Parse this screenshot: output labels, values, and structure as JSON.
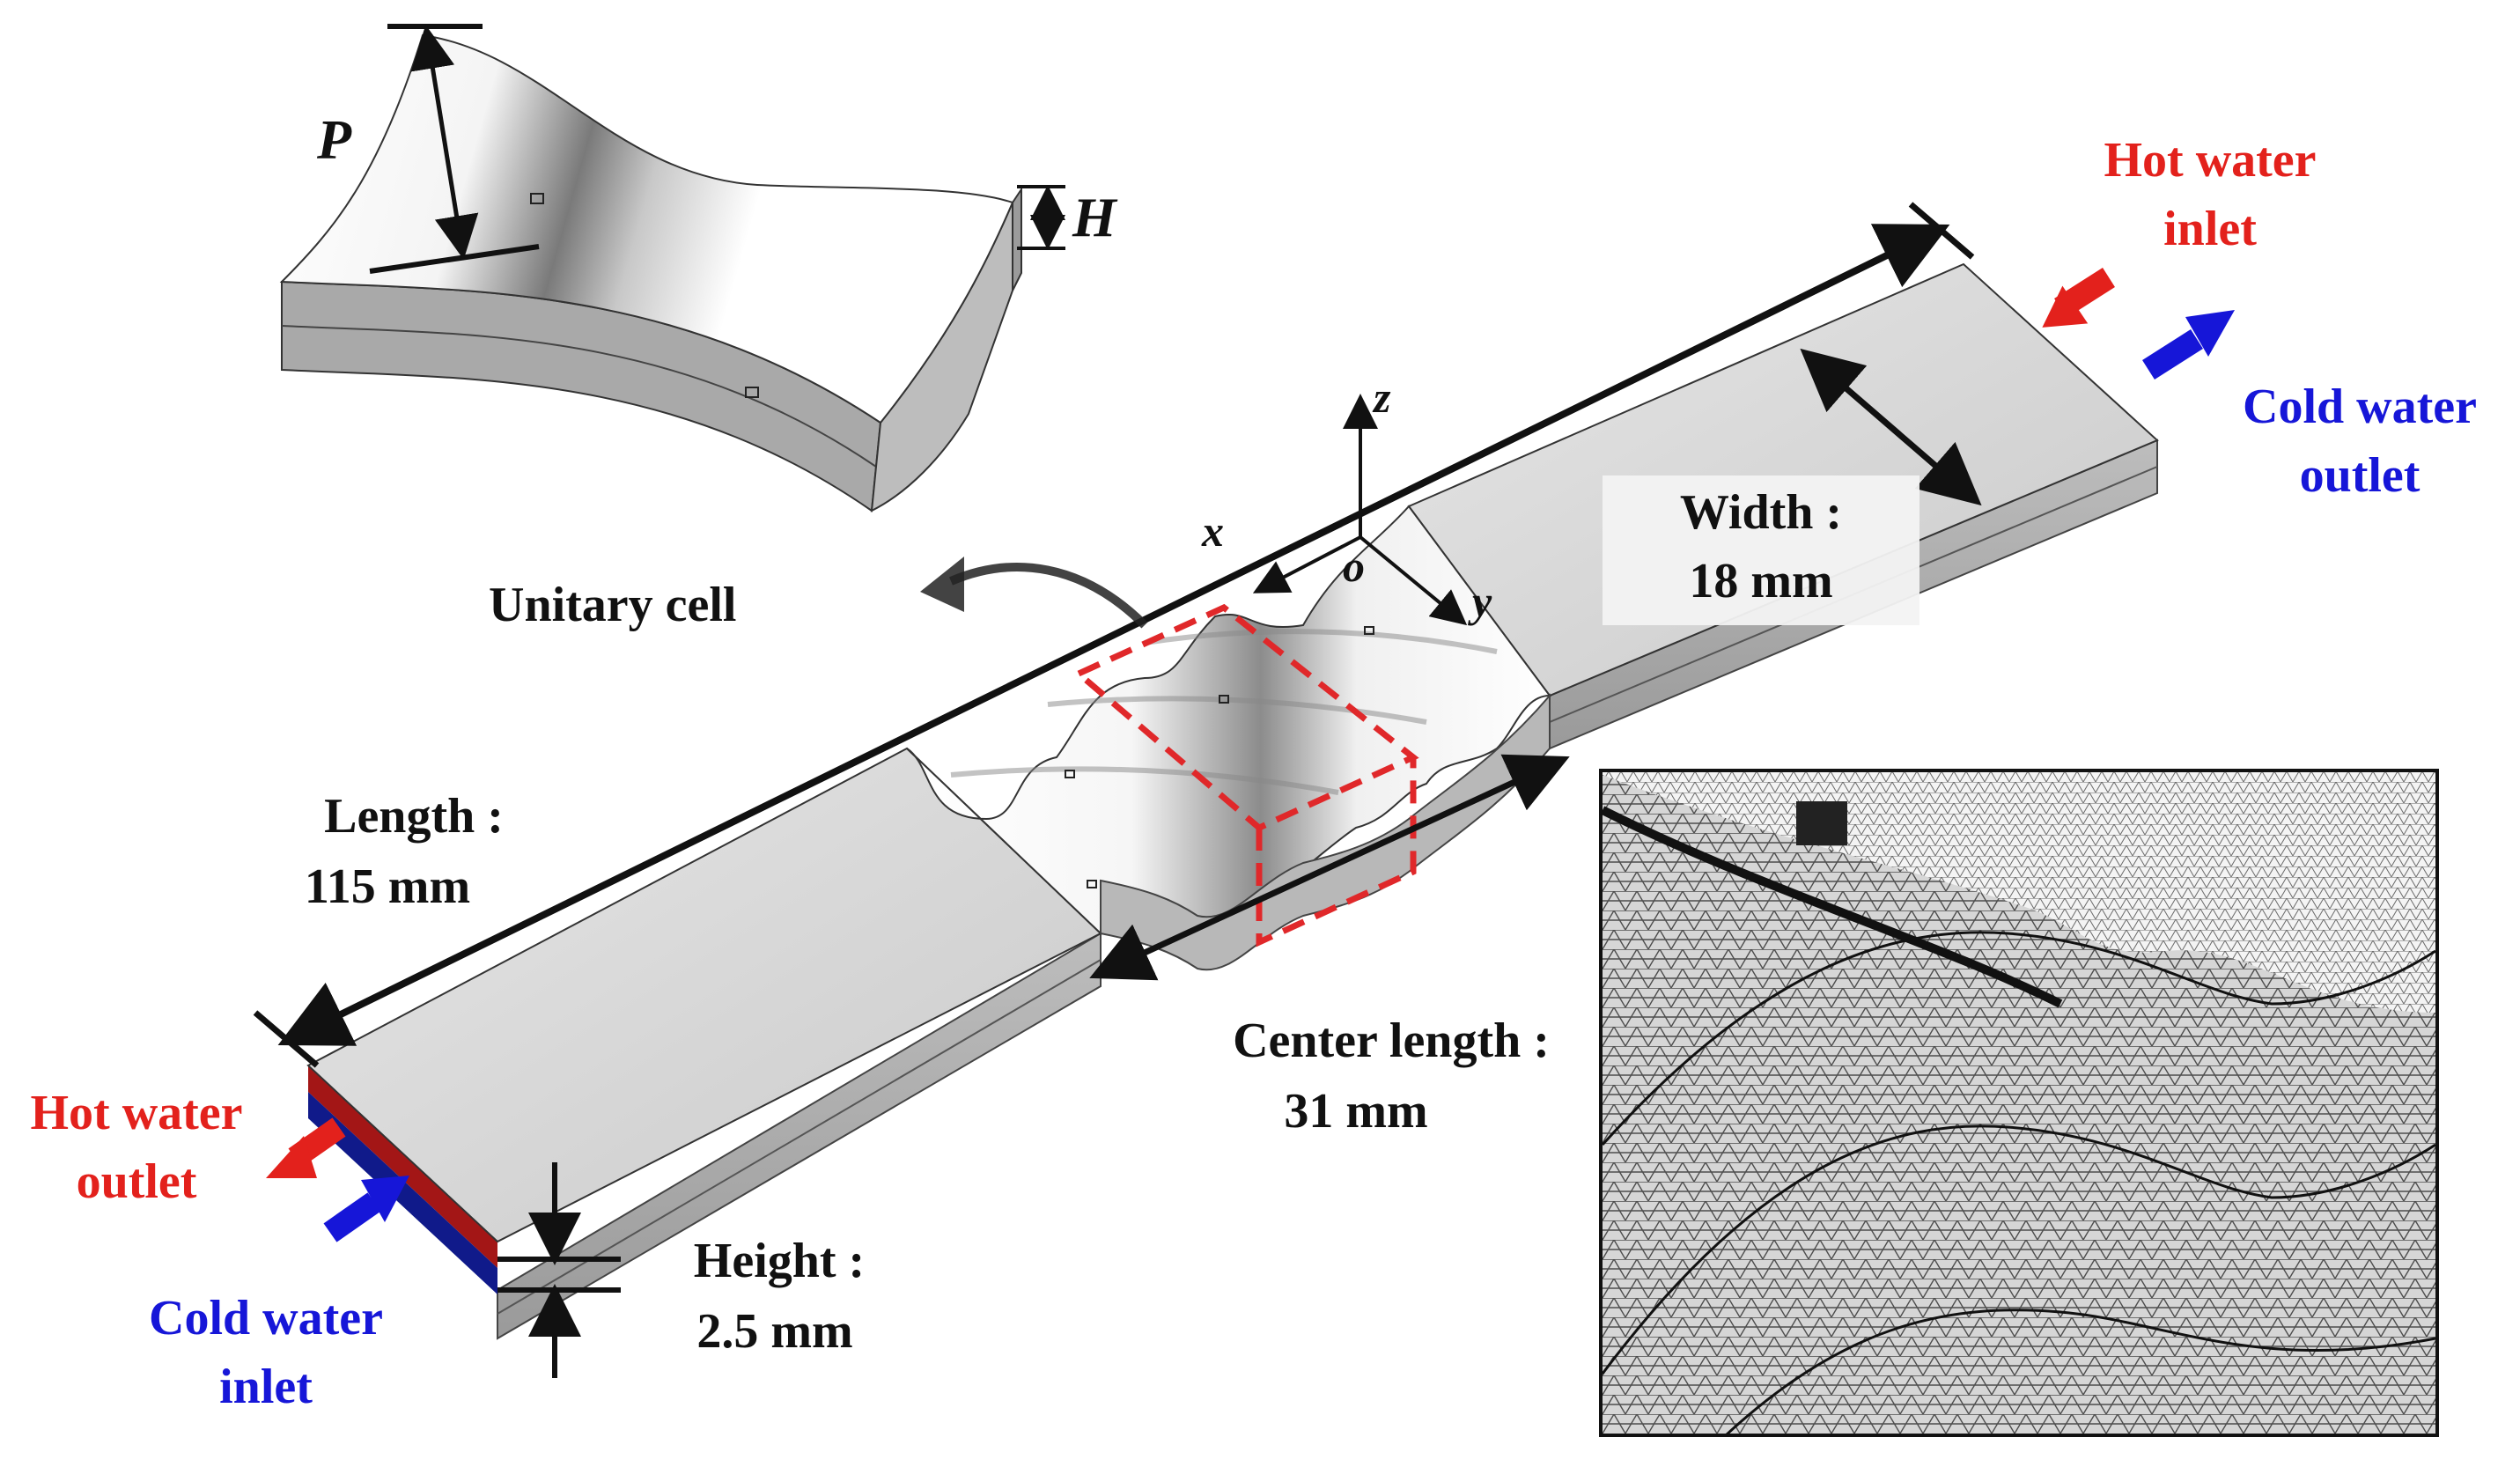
{
  "figure": {
    "unitary_cell": {
      "label": "Unitary cell",
      "pitch_symbol": "P",
      "height_symbol": "H"
    },
    "axes": {
      "x": "x",
      "y": "y",
      "z": "z",
      "origin": "o"
    },
    "dimensions": {
      "length_label": "Length :",
      "length_value": "115 mm",
      "width_label": "Width :",
      "width_value": "18 mm",
      "height_label": "Height :",
      "height_value": "2.5 mm",
      "center_length_label": "Center length :",
      "center_length_value": "31 mm"
    },
    "ports": {
      "hot_inlet": [
        "Hot water",
        "inlet"
      ],
      "cold_outlet": [
        "Cold water",
        "outlet"
      ],
      "hot_outlet": [
        "Hot water",
        "outlet"
      ],
      "cold_inlet": [
        "Cold water",
        "inlet"
      ]
    },
    "colors": {
      "hot": "#e3211c",
      "cold": "#1616d8",
      "selection_box": "#e0282a",
      "plate": "#d4d4d4",
      "mesh": "#555555"
    }
  }
}
